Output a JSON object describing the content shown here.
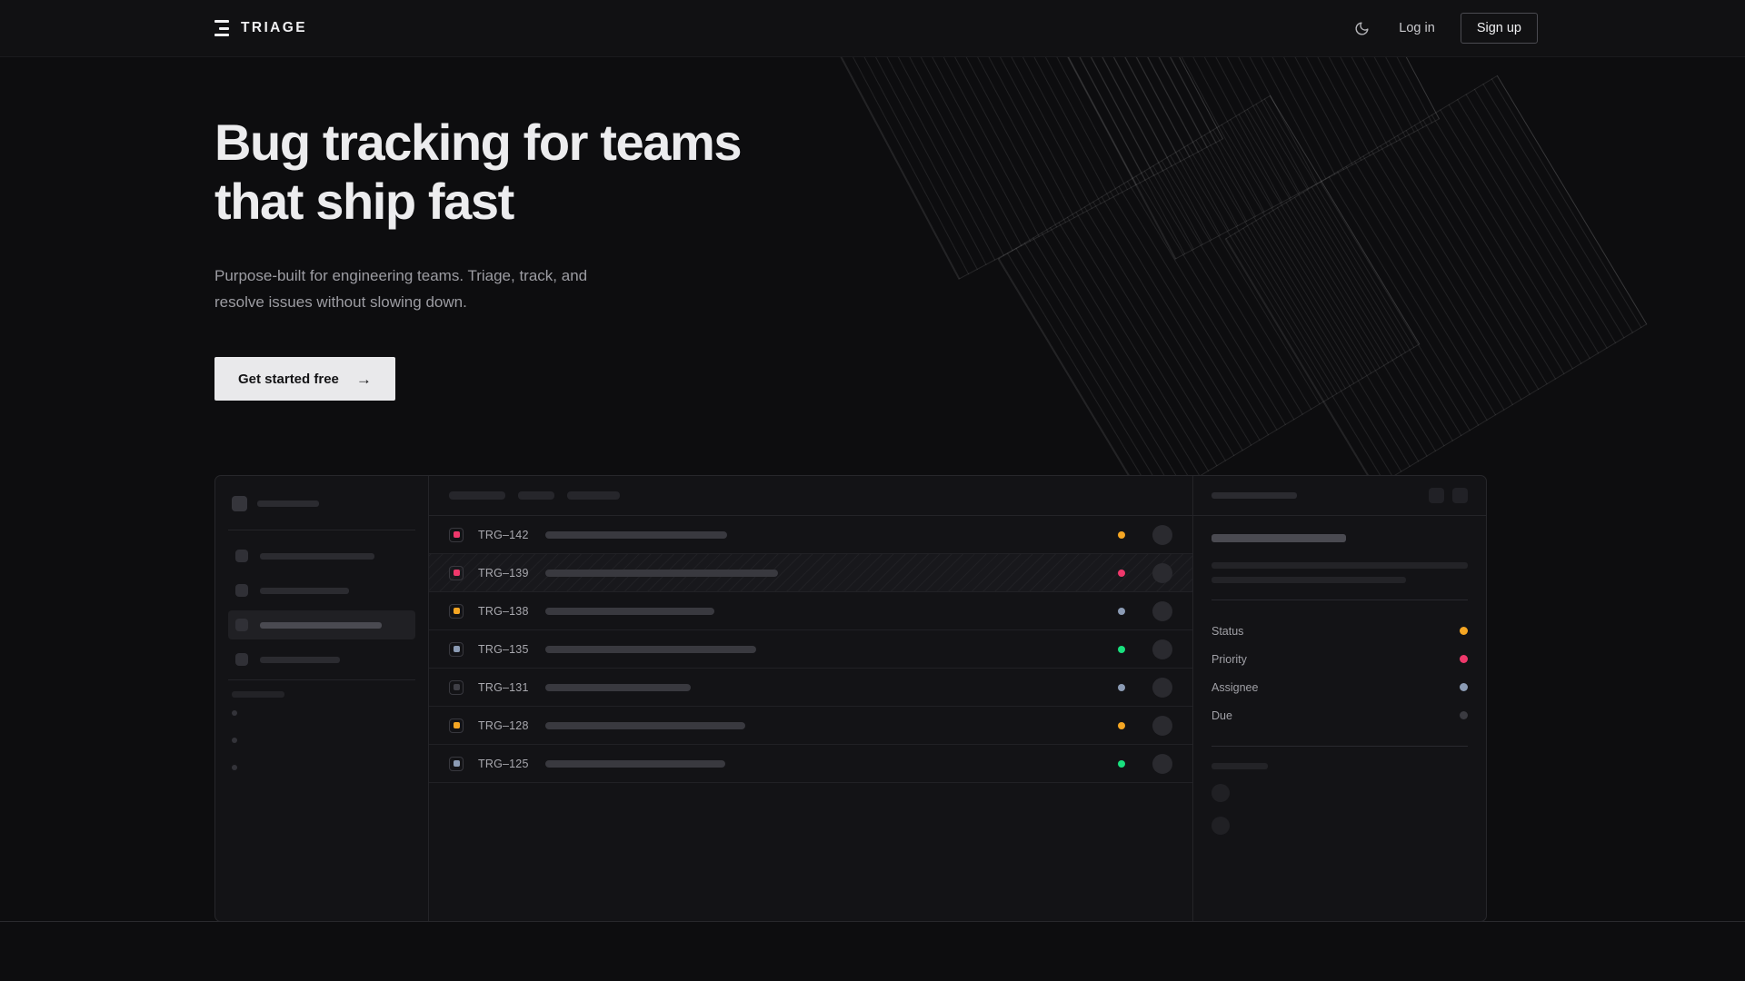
{
  "brand": {
    "name": "TRIAGE",
    "logo_icon": "stacked-bars-icon"
  },
  "nav": {
    "theme_toggle_icon": "moon-icon",
    "login_label": "Log in",
    "signup_label": "Sign up"
  },
  "hero": {
    "title": "Bug tracking for teams\nthat ship fast",
    "subtitle": "Purpose-built for engineering teams. Triage, track, and\nresolve issues without slowing down.",
    "cta_label": "Get started free",
    "cta_arrow": "→"
  },
  "colors": {
    "page_bg": "#0d0d0f",
    "nav_bg": "#111113",
    "panel_bg": "#131316",
    "border": "#27272b",
    "cta_bg": "#e9e9eb",
    "priority_high": "#ef386b",
    "priority_medium": "#f5a623",
    "priority_low": "#8b9bb4",
    "status_done": "#19e07e",
    "status_progress": "#f5a623",
    "status_blocked": "#ef386b",
    "status_idle": "#8b9bb4",
    "status_none": "#3a3a40"
  },
  "app_mock": {
    "sidebar": {
      "logo_icon": "app-logo-square-icon",
      "nav_items": [
        {
          "id": "nav-1",
          "active": false,
          "width": 126
        },
        {
          "id": "nav-2",
          "active": false,
          "width": 98
        },
        {
          "id": "nav-3",
          "active": true,
          "width": 134
        },
        {
          "id": "nav-4",
          "active": false,
          "width": 88
        }
      ],
      "section_label_width": 58,
      "mini_dots": 3
    },
    "list": {
      "toolbar_pills": [
        62,
        40,
        58
      ],
      "rows": [
        {
          "key": "TRG–142",
          "priority": "high",
          "priority_color": "#ef386b",
          "status_color": "#f5a623",
          "title_width": 200,
          "selected": false
        },
        {
          "key": "TRG–139",
          "priority": "high",
          "priority_color": "#ef386b",
          "status_color": "#ef386b",
          "title_width": 256,
          "selected": true
        },
        {
          "key": "TRG–138",
          "priority": "medium",
          "priority_color": "#f5a623",
          "status_color": "#8b9bb4",
          "title_width": 186,
          "selected": false
        },
        {
          "key": "TRG–135",
          "priority": "low",
          "priority_color": "#8b9bb4",
          "status_color": "#19e07e",
          "title_width": 232,
          "selected": false
        },
        {
          "key": "TRG–131",
          "priority": "none",
          "priority_color": "#3f3f46",
          "status_color": "#8b9bb4",
          "title_width": 160,
          "selected": false
        },
        {
          "key": "TRG–128",
          "priority": "medium",
          "priority_color": "#f5a623",
          "status_color": "#f5a623",
          "title_width": 220,
          "selected": false
        },
        {
          "key": "TRG–125",
          "priority": "low",
          "priority_color": "#8b9bb4",
          "status_color": "#19e07e",
          "title_width": 198,
          "selected": false
        }
      ]
    },
    "detail": {
      "header_skeleton_width": 94,
      "action_buttons": [
        {
          "id": "detail-action-1",
          "icon": "square-action-icon"
        },
        {
          "id": "detail-action-2",
          "icon": "square-action-icon"
        }
      ],
      "body_skeletons": [
        148,
        282,
        214
      ],
      "meta": [
        {
          "label": "Status",
          "dot_color": "#f5a623"
        },
        {
          "label": "Priority",
          "dot_color": "#ef386b"
        },
        {
          "label": "Assignee",
          "dot_color": "#8b9bb4"
        },
        {
          "label": "Due",
          "dot_color": "#3a3a40"
        }
      ],
      "thread_label_width": 62,
      "thread_items": 2
    }
  }
}
